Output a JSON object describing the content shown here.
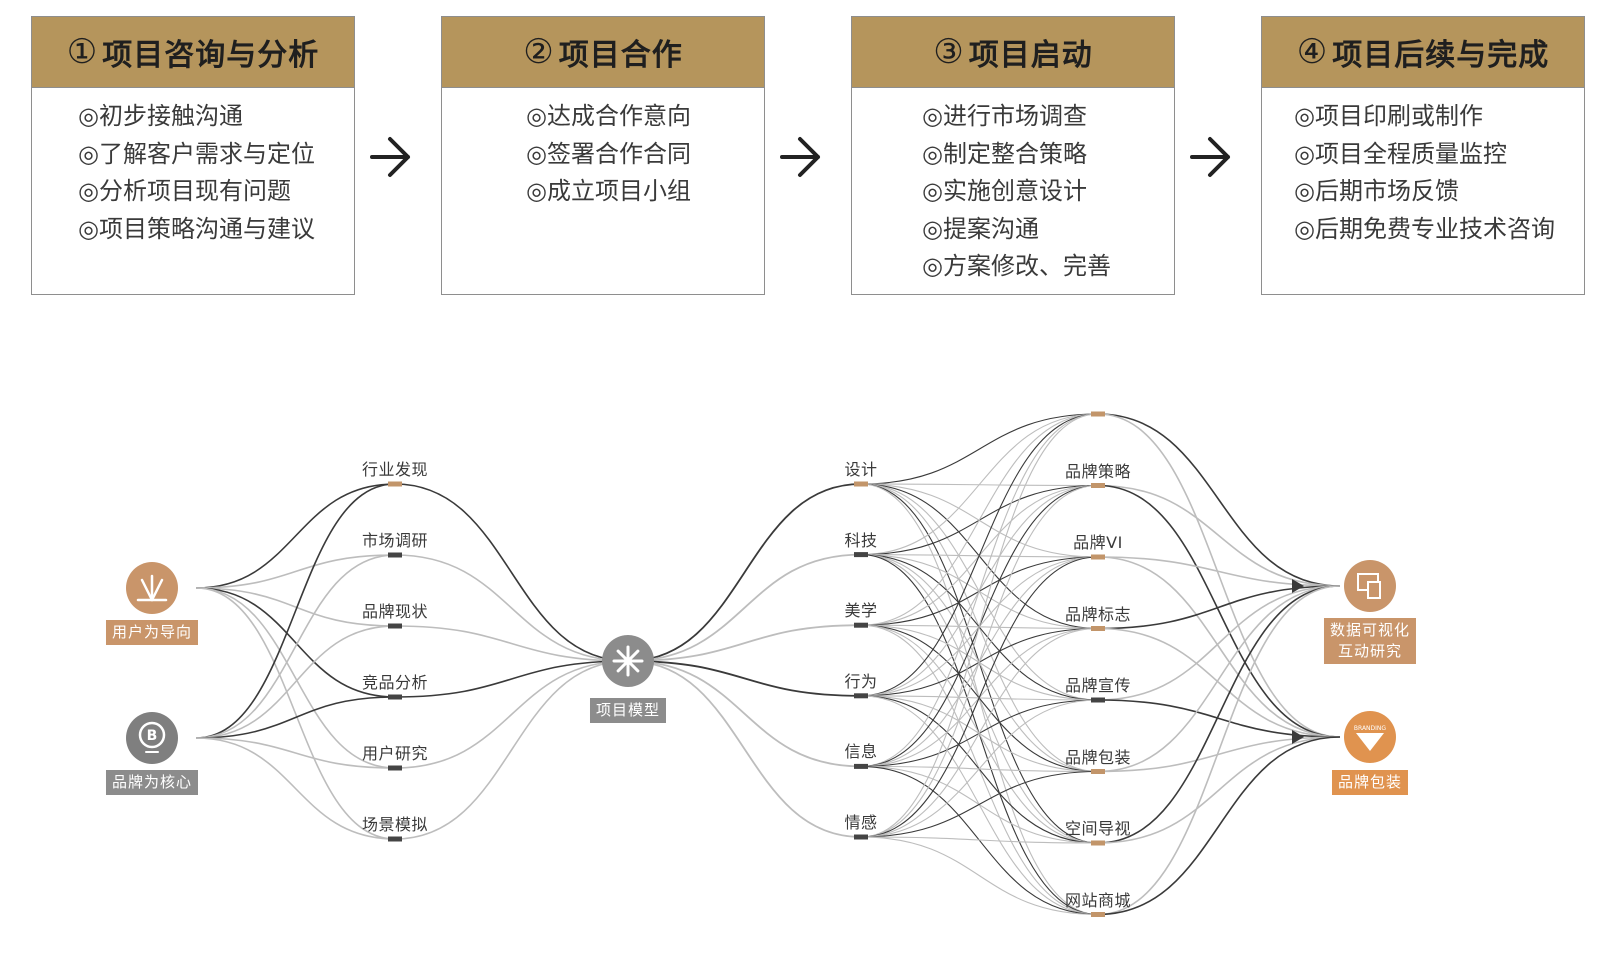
{
  "stages": [
    {
      "num": "①",
      "title": "项目咨询与分析",
      "items": [
        "初步接触沟通",
        "了解客户需求与定位",
        "分析项目现有问题",
        "项目策略沟通与建议"
      ]
    },
    {
      "num": "②",
      "title": "项目合作",
      "items": [
        "达成合作意向",
        "签署合作合同",
        "成立项目小组"
      ]
    },
    {
      "num": "③",
      "title": "项目启动",
      "items": [
        "进行市场调查",
        "制定整合策略",
        "实施创意设计",
        "提案沟通",
        "方案修改、完善"
      ]
    },
    {
      "num": "④",
      "title": "项目后续与完成",
      "items": [
        "项目印刷或制作",
        "项目全程质量监控",
        "后期市场反馈",
        "后期免费专业技术咨询"
      ]
    }
  ],
  "network": {
    "sources": [
      {
        "label": "用户为导向",
        "icon": "lotus-icon",
        "color": "#c9956a"
      },
      {
        "label": "品牌为核心",
        "icon": "bulb-b-icon",
        "color": "#7f7f7f"
      }
    ],
    "research": [
      "行业发现",
      "市场调研",
      "品牌现状",
      "竞品分析",
      "用户研究",
      "场景模拟"
    ],
    "hub": {
      "label": "项目模型",
      "icon": "asterisk-grid-icon",
      "color": "#8c8c8c"
    },
    "dimensions": [
      "设计",
      "科技",
      "美学",
      "行为",
      "信息",
      "情感"
    ],
    "services": [
      "",
      "品牌策略",
      "品牌VI",
      "品牌标志",
      "品牌宣传",
      "品牌包装",
      "空间导视",
      "网站商城"
    ],
    "outputs": [
      {
        "label": "数据可视化\n互动研究",
        "icon": "devices-icon",
        "color": "#c9956a"
      },
      {
        "label": "品牌包装",
        "icon": "branding-icon",
        "color": "#e0934f",
        "icon_text": "BRANDING"
      }
    ],
    "colors": {
      "accent": "#b5955c",
      "tick": "#c2956a",
      "line_dark": "#3a3a3a",
      "line_light": "#bdbdbd"
    }
  }
}
